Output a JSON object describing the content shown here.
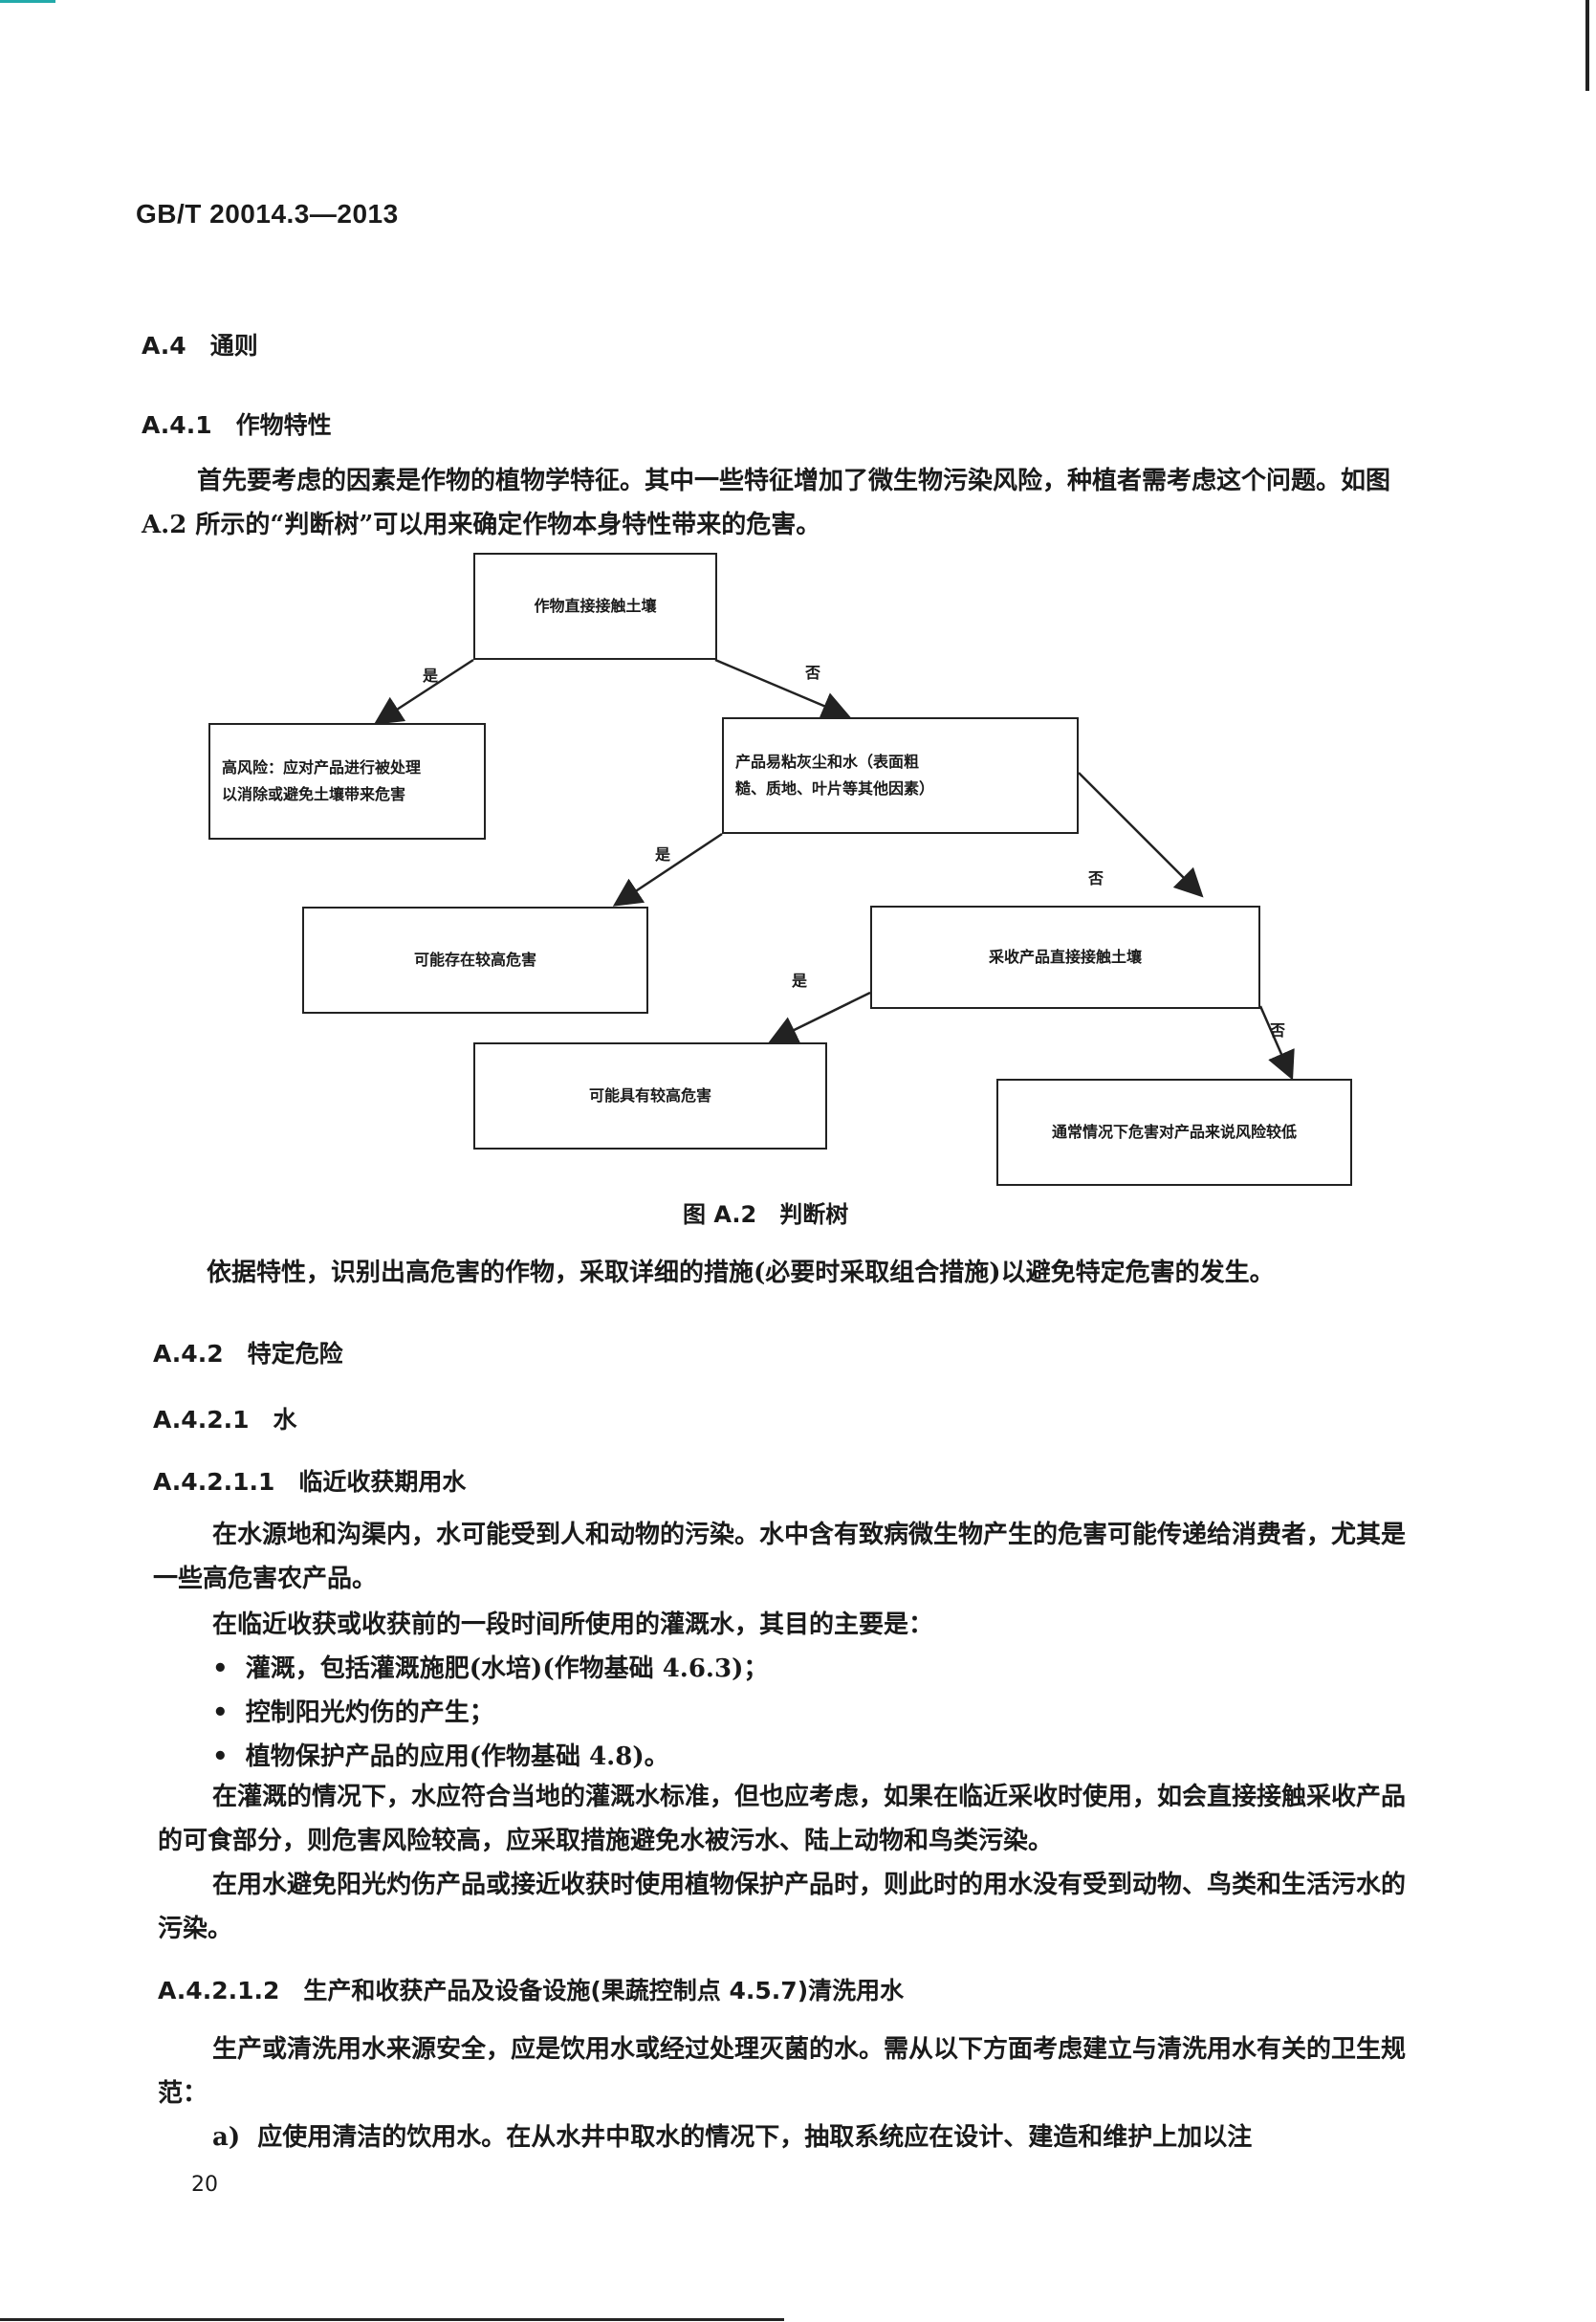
{
  "header": {
    "standard_code": "GB/T 20014.3—2013"
  },
  "sections": {
    "a4_title": "A.4　通则",
    "a41_title": "A.4.1　作物特性",
    "a41_para": "首先要考虑的因素是作物的植物学特征。其中一些特征增加了微生物污染风险，种植者需考虑这个问题。如图 A.2 所示的“判断树”可以用来确定作物本身特性带来的危害。",
    "a41_after": "依据特性，识别出高危害的作物，采取详细的措施(必要时采取组合措施)以避免特定危害的发生。",
    "a42_title": "A.4.2　特定危险",
    "a421_title": "A.4.2.1　水",
    "a4211_title": "A.4.2.1.1　临近收获期用水",
    "a4211_p1": "在水源地和沟渠内，水可能受到人和动物的污染。水中含有致病微生物产生的危害可能传递给消费者，尤其是一些高危害农产品。",
    "a4211_p2": "在临近收获或收获前的一段时间所使用的灌溉水，其目的主要是：",
    "a4211_bullets": [
      "灌溉，包括灌溉施肥(水培)(作物基础 4.6.3)；",
      "控制阳光灼伤的产生；",
      "植物保护产品的应用(作物基础 4.8)。"
    ],
    "a4211_p3": "在灌溉的情况下，水应符合当地的灌溉水标准，但也应考虑，如果在临近采收时使用，如会直接接触采收产品的可食部分，则危害风险较高，应采取措施避免水被污水、陆上动物和鸟类污染。",
    "a4211_p4": "在用水避免阳光灼伤产品或接近收获时使用植物保护产品时，则此时的用水没有受到动物、鸟类和生活污水的污染。",
    "a4212_title": "A.4.2.1.2　生产和收获产品及设备设施(果蔬控制点 4.5.7)清洗用水",
    "a4212_p1": "生产或清洗用水来源安全，应是饮用水或经过处理灭菌的水。需从以下方面考虑建立与清洗用水有关的卫生规范：",
    "a4212_item_a_marker": "a)",
    "a4212_item_a": "应使用清洁的饮用水。在从水井中取水的情况下，抽取系统应在设计、建造和维护上加以注"
  },
  "diagram": {
    "caption": "图 A.2　判断树",
    "nodes": {
      "n1": "作物直接接触土壤",
      "n2_line1": "高风险：应对产品进行被处理",
      "n2_line2": "以消除或避免土壤带来危害",
      "n3_line1": "产品易粘灰尘和水（表面粗",
      "n3_line2": "糙、质地、叶片等其他因素）",
      "n4": "可能存在较高危害",
      "n5": "采收产品直接接触土壤",
      "n6": "可能具有较高危害",
      "n7": "通常情况下危害对产品来说风险较低"
    },
    "labels": {
      "yes": "是",
      "no": "否"
    }
  },
  "footer": {
    "page_number": "20"
  }
}
